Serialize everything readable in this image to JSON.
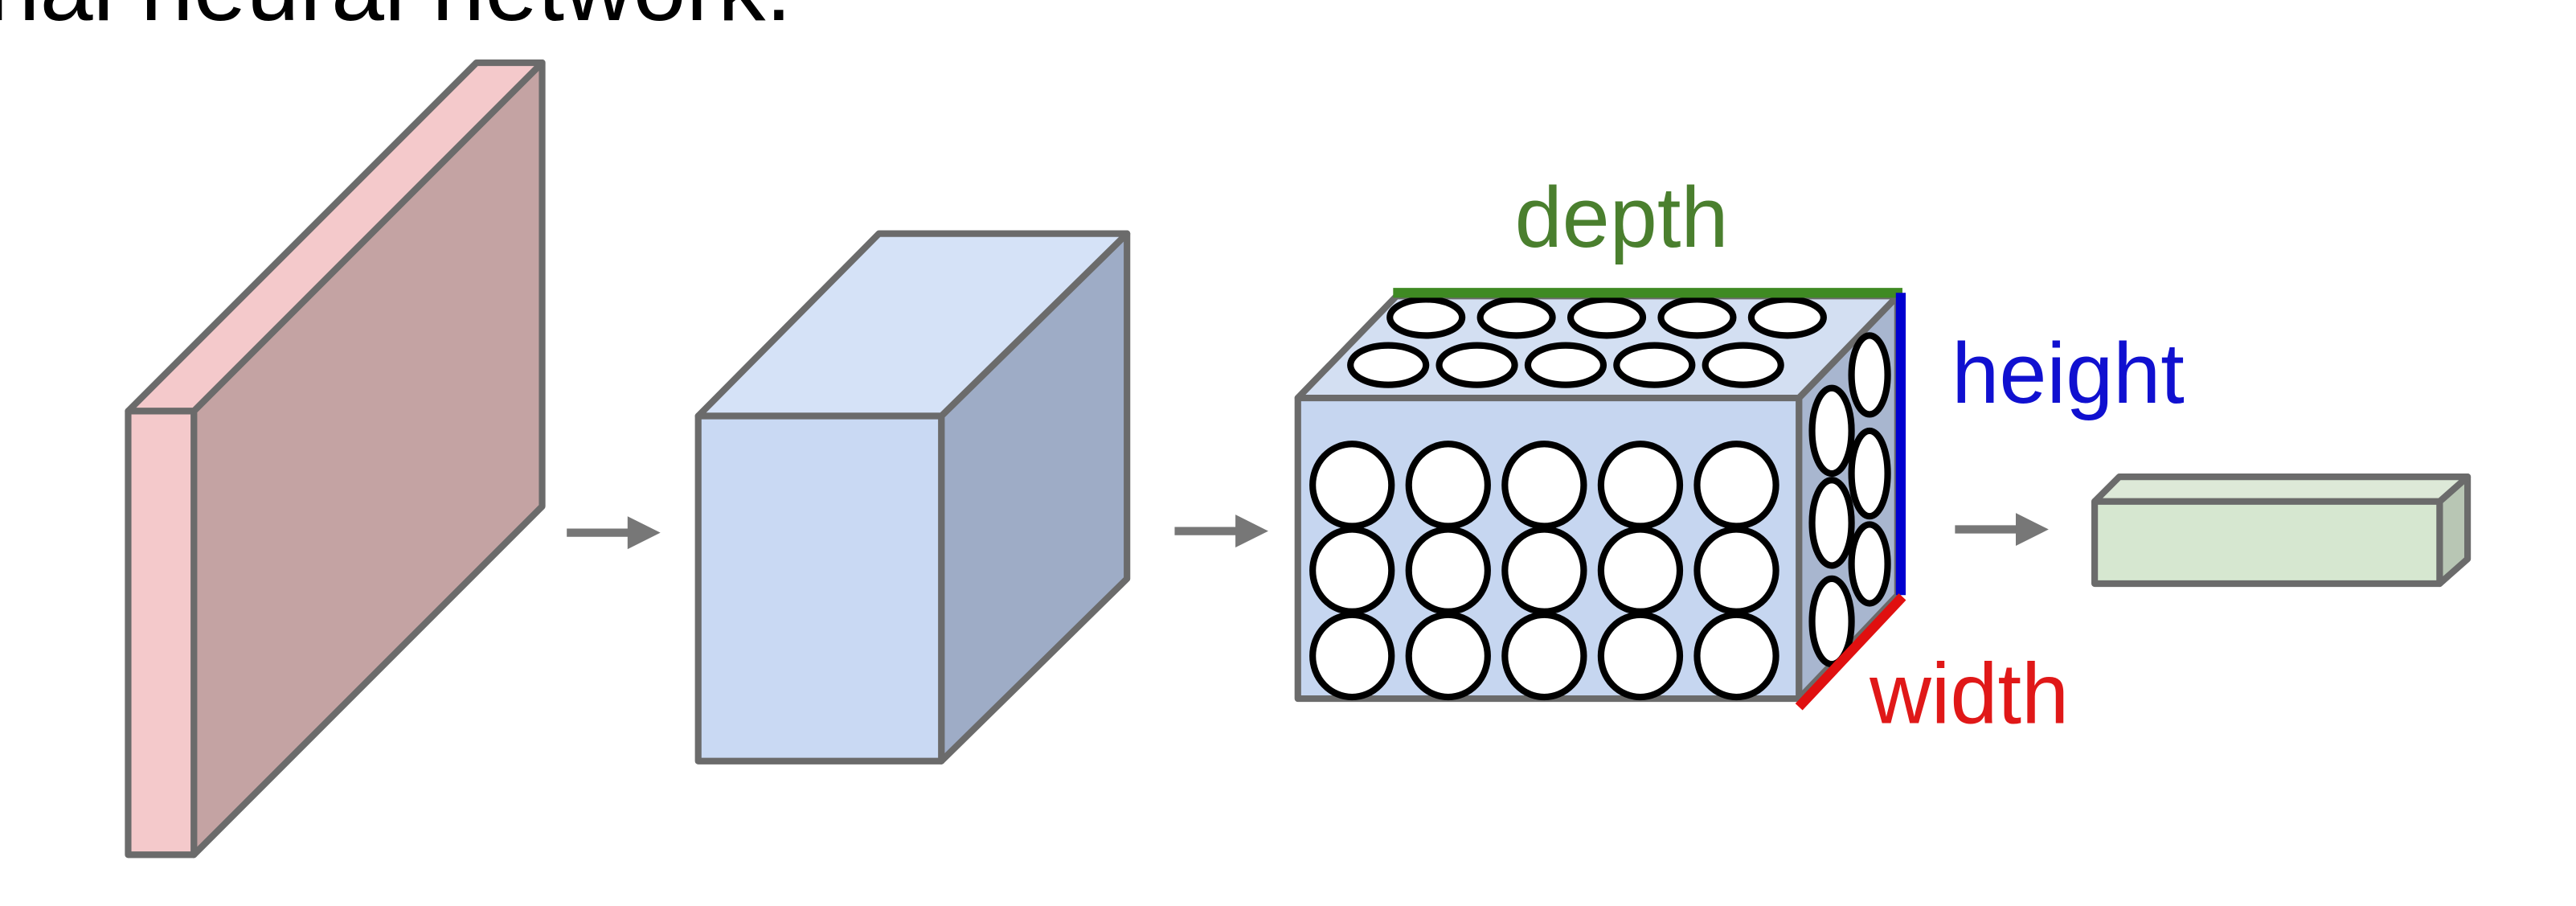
{
  "heading": "nal neural network.",
  "labels": {
    "depth": "depth",
    "height": "height",
    "width": "width"
  },
  "colors": {
    "depth": "#4a7f2e",
    "height": "#1010d0",
    "width": "#e01818",
    "input_front": "#f4c9cb",
    "input_side": "#c4a3a3",
    "conv_front": "#c9d9f3",
    "conv_side": "#9eacc6",
    "output_front": "#d6e7d0",
    "outline": "#6b6b6b"
  },
  "neuron_grid": {
    "columns": 5,
    "rows": 3,
    "depth": 2
  }
}
